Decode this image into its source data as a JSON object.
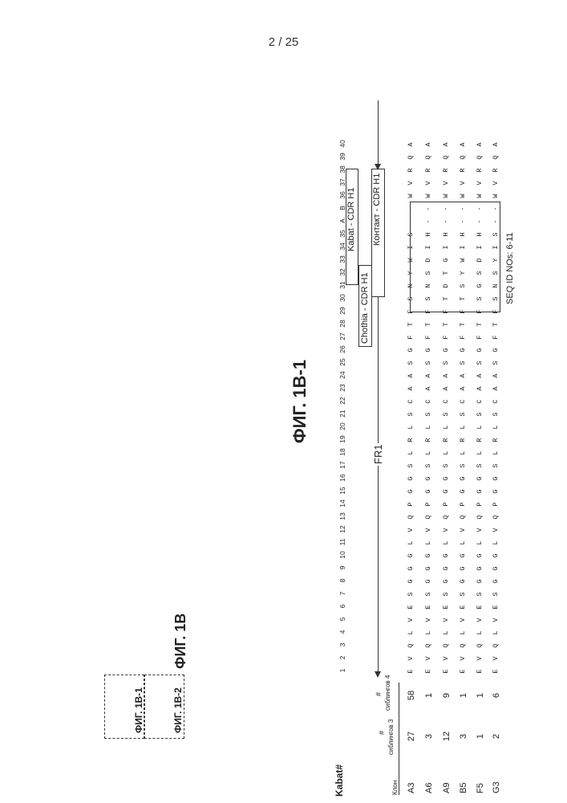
{
  "page_number": "2 / 25",
  "title": "ФИГ. 1В-1",
  "legend": {
    "heading": "ФИГ. 1В",
    "part1": "ФИГ. 1В-1",
    "part2": "ФИГ. 1В-2"
  },
  "table": {
    "kabat_label": "Kabat#",
    "col_clone": "Клон",
    "col_sib3_hash": "#",
    "col_sib3": "сиблингов 3",
    "col_sib4_hash": "#",
    "col_sib4": "сиблингов 4",
    "positions": [
      "1",
      "2",
      "3",
      "4",
      "5",
      "6",
      "7",
      "8",
      "9",
      "10",
      "11",
      "12",
      "13",
      "14",
      "15",
      "16",
      "17",
      "18",
      "19",
      "20",
      "21",
      "22",
      "23",
      "24",
      "25",
      "26",
      "27",
      "28",
      "29",
      "30",
      "31",
      "32",
      "33",
      "34",
      "35",
      "A",
      "B",
      "36",
      "37",
      "38",
      "39",
      "40"
    ],
    "rows": [
      {
        "clone": "A3",
        "sib3": "27",
        "sib4": "58",
        "residues": [
          "E",
          "V",
          "Q",
          "L",
          "V",
          "E",
          "S",
          "G",
          "G",
          "G",
          "L",
          "V",
          "Q",
          "P",
          "G",
          "G",
          "S",
          "L",
          "R",
          "L",
          "S",
          "C",
          "A",
          "A",
          "S",
          "G",
          "F",
          "T",
          "F",
          "S",
          "N",
          "Y",
          "W",
          "I",
          "S",
          "-",
          "-",
          "W",
          "V",
          "R",
          "Q",
          "A"
        ]
      },
      {
        "clone": "A6",
        "sib3": "3",
        "sib4": "1",
        "residues": [
          "E",
          "V",
          "Q",
          "L",
          "V",
          "E",
          "S",
          "G",
          "G",
          "G",
          "L",
          "V",
          "Q",
          "P",
          "G",
          "G",
          "S",
          "L",
          "R",
          "L",
          "S",
          "C",
          "A",
          "A",
          "S",
          "G",
          "F",
          "T",
          "F",
          "S",
          "N",
          "S",
          "D",
          "I",
          "H",
          "-",
          "-",
          "W",
          "V",
          "R",
          "Q",
          "A"
        ]
      },
      {
        "clone": "A9",
        "sib3": "12",
        "sib4": "9",
        "residues": [
          "E",
          "V",
          "Q",
          "L",
          "V",
          "E",
          "S",
          "G",
          "G",
          "G",
          "L",
          "V",
          "Q",
          "P",
          "G",
          "G",
          "S",
          "L",
          "R",
          "L",
          "S",
          "C",
          "A",
          "A",
          "S",
          "G",
          "F",
          "T",
          "F",
          "T",
          "D",
          "T",
          "G",
          "I",
          "H",
          "-",
          "-",
          "W",
          "V",
          "R",
          "Q",
          "A"
        ]
      },
      {
        "clone": "B5",
        "sib3": "3",
        "sib4": "1",
        "residues": [
          "E",
          "V",
          "Q",
          "L",
          "V",
          "E",
          "S",
          "G",
          "G",
          "G",
          "L",
          "V",
          "Q",
          "P",
          "G",
          "G",
          "S",
          "L",
          "R",
          "L",
          "S",
          "C",
          "A",
          "A",
          "S",
          "G",
          "F",
          "T",
          "F",
          "T",
          "S",
          "Y",
          "W",
          "I",
          "H",
          "-",
          "-",
          "W",
          "V",
          "R",
          "Q",
          "A"
        ]
      },
      {
        "clone": "F5",
        "sib3": "1",
        "sib4": "1",
        "residues": [
          "E",
          "V",
          "Q",
          "L",
          "V",
          "E",
          "S",
          "G",
          "G",
          "G",
          "L",
          "V",
          "Q",
          "P",
          "G",
          "G",
          "S",
          "L",
          "R",
          "L",
          "S",
          "C",
          "A",
          "A",
          "S",
          "G",
          "F",
          "T",
          "F",
          "S",
          "G",
          "S",
          "D",
          "I",
          "H",
          "-",
          "-",
          "W",
          "V",
          "R",
          "Q",
          "A"
        ]
      },
      {
        "clone": "G3",
        "sib3": "2",
        "sib4": "6",
        "residues": [
          "E",
          "V",
          "Q",
          "L",
          "V",
          "E",
          "S",
          "G",
          "G",
          "G",
          "L",
          "V",
          "Q",
          "P",
          "G",
          "G",
          "S",
          "L",
          "R",
          "L",
          "S",
          "C",
          "A",
          "A",
          "S",
          "G",
          "F",
          "T",
          "F",
          "S",
          "N",
          "S",
          "Y",
          "I",
          "S",
          "-",
          "-",
          "W",
          "V",
          "R",
          "Q",
          "A"
        ]
      }
    ]
  },
  "annotations": {
    "fr1": "FR1",
    "kabat_cdr": "Kabat - CDR H1",
    "chothia_cdr": "Chothia - CDR H1",
    "contact_cdr": "Контакт - CDR H1",
    "seq_id": "SEQ ID NOs: 6-11"
  }
}
